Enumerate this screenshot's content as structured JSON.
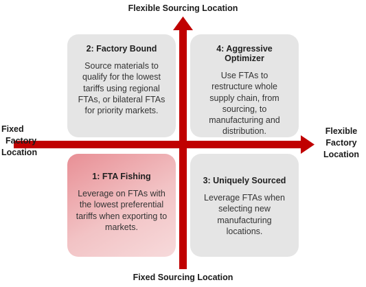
{
  "axes": {
    "top": "Flexible Sourcing Location",
    "bottom": "Fixed Sourcing Location",
    "left": [
      "Fixed",
      "Factory",
      "Location"
    ],
    "right": [
      "Flexible",
      "Factory",
      "Location"
    ]
  },
  "quadrants": {
    "q1": {
      "title": "1: FTA Fishing",
      "body": "Leverage on FTAs with the lowest preferential tariffs when exporting to markets."
    },
    "q2": {
      "title": "2: Factory Bound",
      "body": "Source materials to qualify for the lowest tariffs using regional FTAs, or bilateral FTAs for priority markets."
    },
    "q3": {
      "title": "3: Uniquely Sourced",
      "body": "Leverage FTAs when selecting new manufacturing locations."
    },
    "q4": {
      "title": "4: Aggressive Optimizer",
      "body": "Use FTAs to restructure whole supply chain, from sourcing, to manufacturing and distribution."
    }
  },
  "colors": {
    "arrow": "#c00000",
    "quadrant_gray": "#e5e5e5",
    "quadrant_highlight": "#e88f95"
  }
}
